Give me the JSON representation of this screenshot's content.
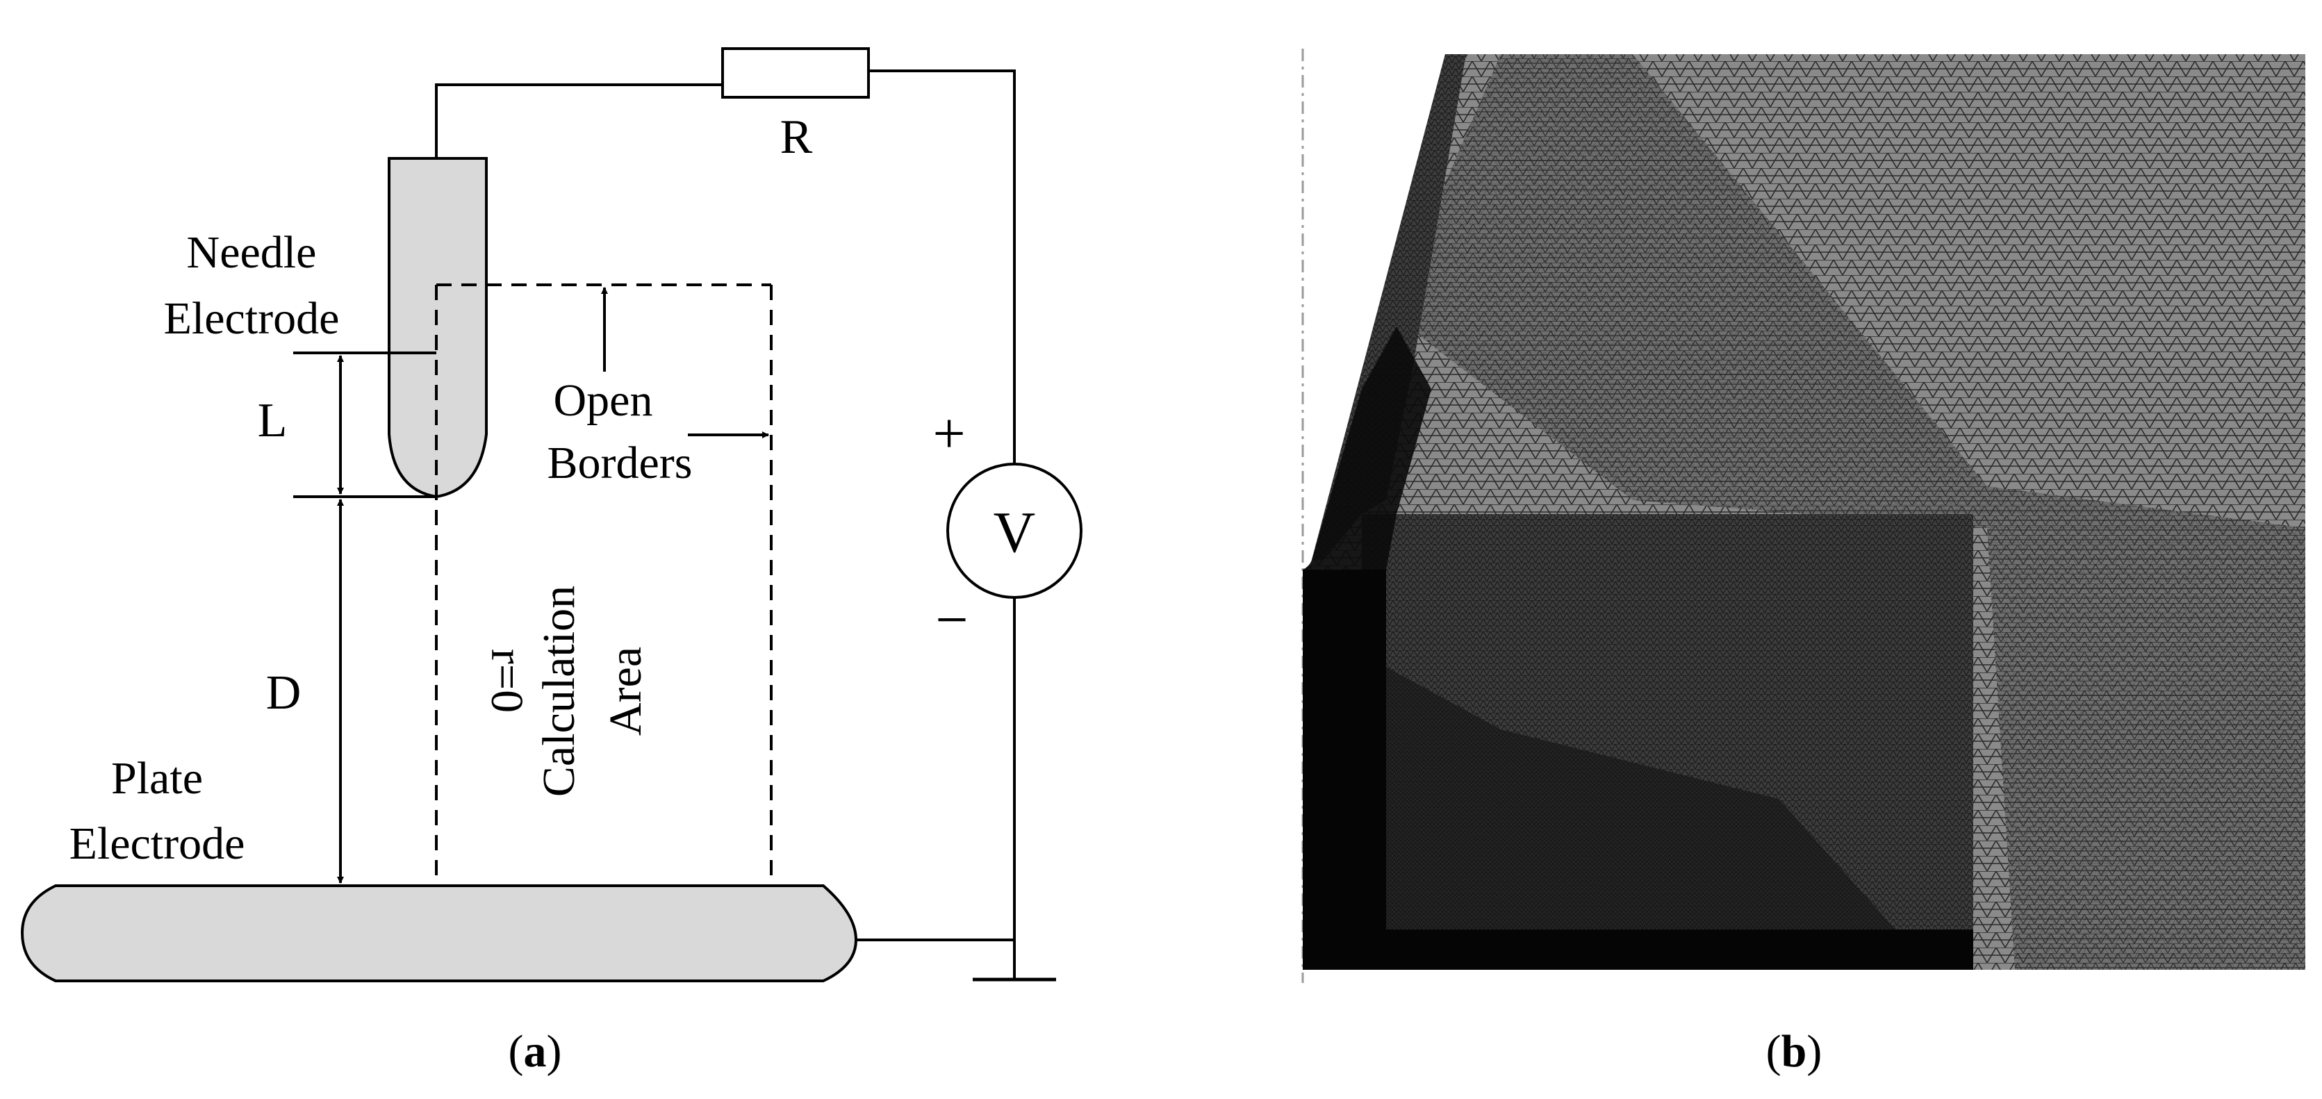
{
  "panel_a": {
    "resistor_label": "R",
    "needle_label_line1": "Needle",
    "needle_label_line2": "Electrode",
    "gap_symbol": "L",
    "distance_symbol": "D",
    "open_borders_line1": "Open",
    "open_borders_line2": "Borders",
    "axis_label": "r=0",
    "calc_area_line1": "Calculation",
    "calc_area_line2": "Area",
    "plate_label_line1": "Plate",
    "plate_label_line2": "Electrode",
    "plus_sign": "+",
    "minus_sign": "−",
    "source_symbol": "V",
    "caption_open": "(",
    "caption_letter": "a",
    "caption_close": ")"
  },
  "panel_b": {
    "caption_open": "(",
    "caption_letter": "b",
    "caption_close": ")"
  },
  "colors": {
    "electrode_fill": "#d9d9d9",
    "stroke": "#000000",
    "mesh_background": "#6f6f6f",
    "mesh_dark": "#1f1f1f"
  }
}
